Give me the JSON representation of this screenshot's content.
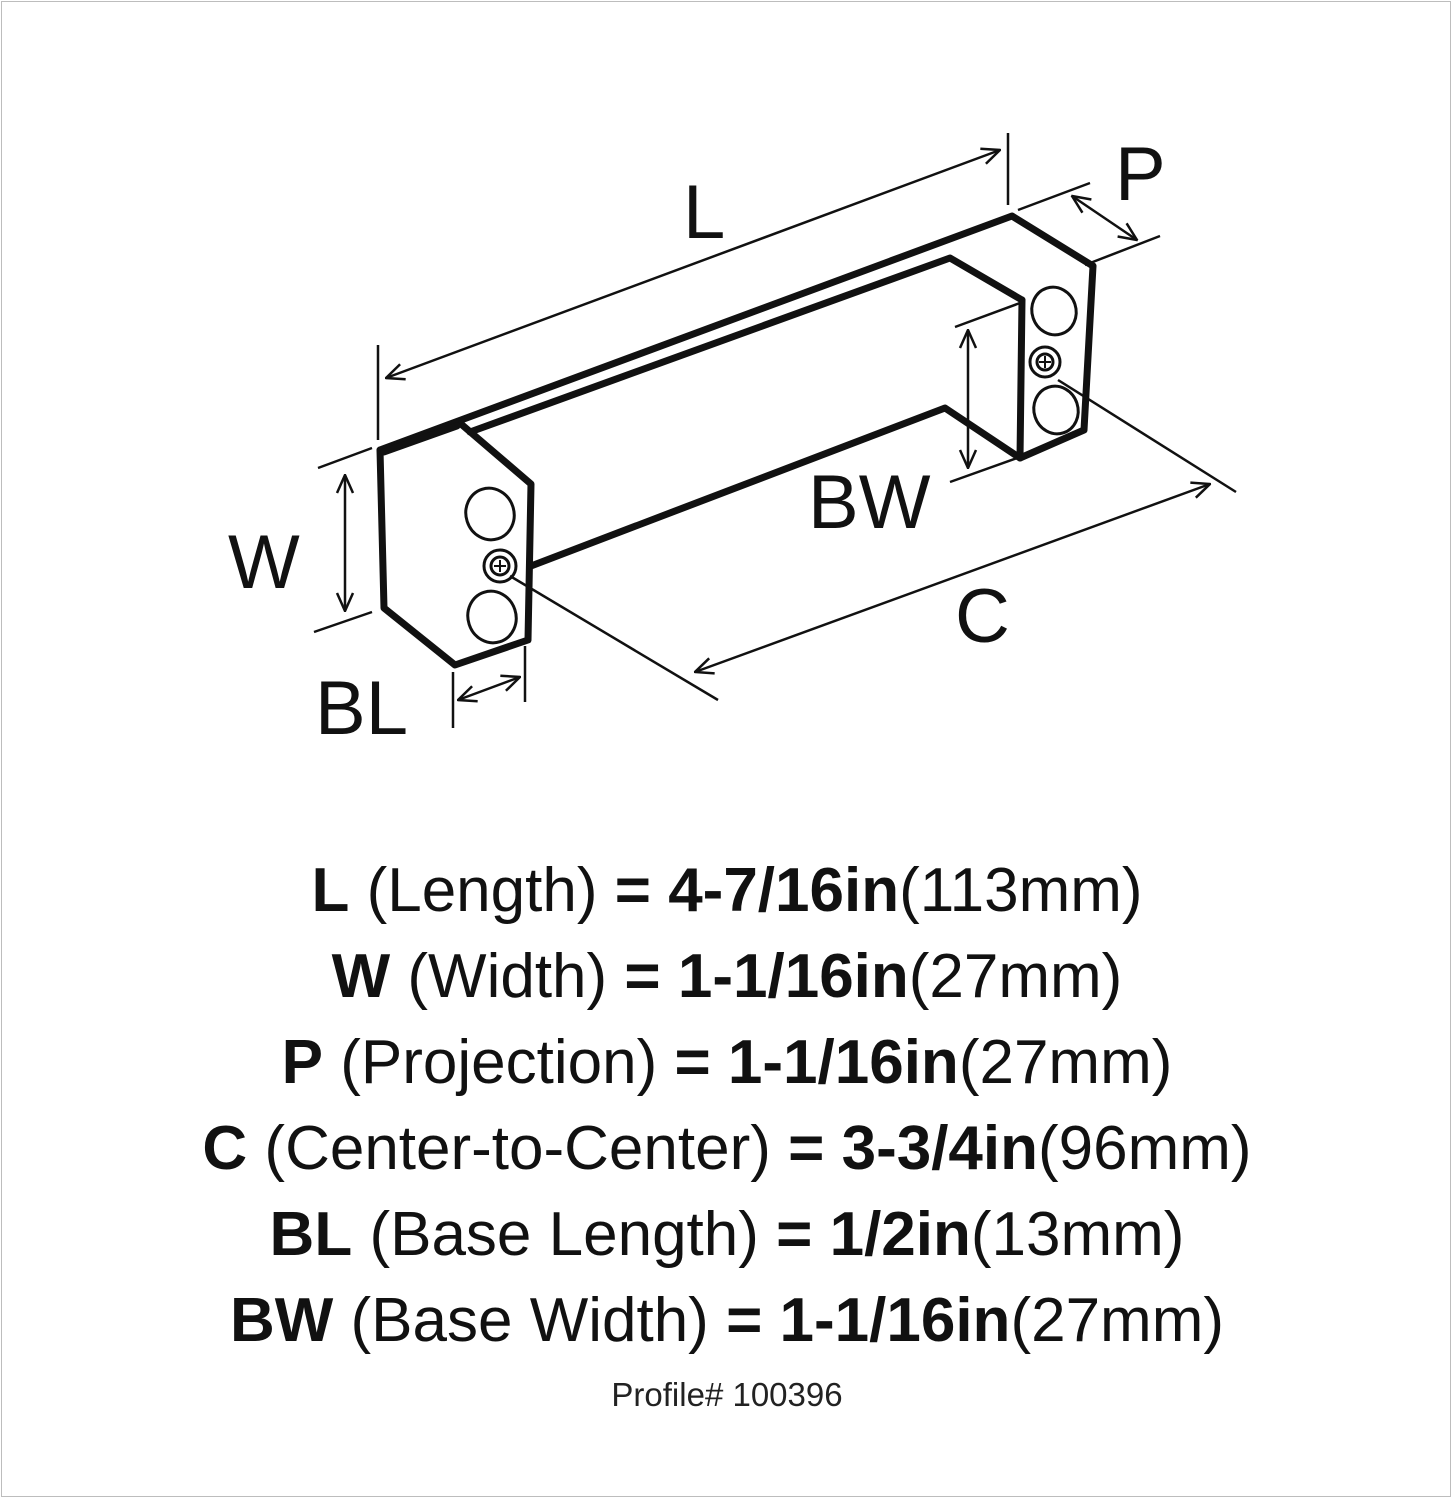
{
  "diagram": {
    "labels": {
      "L": "L",
      "P": "P",
      "W": "W",
      "BW": "BW",
      "C": "C",
      "BL": "BL"
    },
    "line_color": "#111111"
  },
  "specs": [
    {
      "letter": "L",
      "name": "(Length)",
      "eq": "=",
      "inch": "4-7/16in",
      "mm": "(113mm)"
    },
    {
      "letter": "W",
      "name": "(Width)",
      "eq": "=",
      "inch": "1-1/16in",
      "mm": "(27mm)"
    },
    {
      "letter": "P",
      "name": "(Projection)",
      "eq": "=",
      "inch": "1-1/16in",
      "mm": "(27mm)"
    },
    {
      "letter": "C",
      "name": "(Center-to-Center)",
      "eq": "=",
      "inch": "3-3/4in",
      "mm": "(96mm)"
    },
    {
      "letter": "BL",
      "name": "(Base Length)",
      "eq": "=",
      "inch": "1/2in",
      "mm": "(13mm)"
    },
    {
      "letter": "BW",
      "name": "(Base Width)",
      "eq": "=",
      "inch": "1-1/16in",
      "mm": "(27mm)"
    }
  ],
  "profile": "Profile# 100396"
}
